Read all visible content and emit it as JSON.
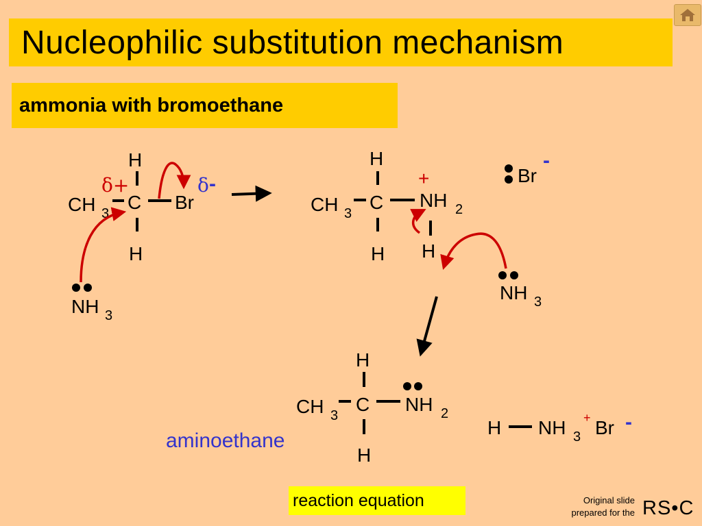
{
  "title": "Nucleophilic substitution mechanism",
  "subtitle": "ammonia with bromoethane",
  "equation_button": "reaction equation",
  "credit_line1": "Original slide",
  "credit_line2": "prepared for the",
  "credit_logo": "RS•C",
  "product_name": "aminoethane",
  "icons": {
    "home": "home-icon"
  },
  "colors": {
    "background": "#ffcc99",
    "title_box": "#ffcc00",
    "button": "#ffff00",
    "arrow": "#cc0000",
    "charge_plus": "#cc0000",
    "charge_minus": "#3333cc",
    "product_label": "#3333cc"
  },
  "labels": {
    "H": "H",
    "C": "C",
    "Br": "Br",
    "CH": "CH",
    "NH": "NH",
    "sub3": "3",
    "sub2": "2",
    "delta_plus": "δ+",
    "delta": "δ",
    "minus": "-",
    "plus": "+"
  }
}
